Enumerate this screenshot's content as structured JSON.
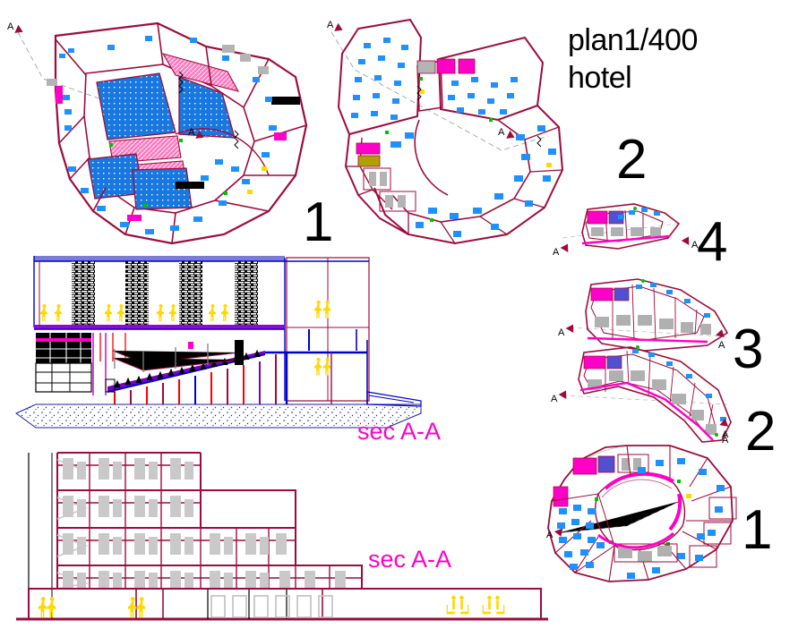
{
  "drawing": {
    "title_line1": "plan1/400",
    "title_line2": "hotel",
    "sheet_type": "architectural-cad-drawing",
    "background": "#ffffff"
  },
  "colors": {
    "wall": "#9e0b3a",
    "wall_dark": "#7a0a2e",
    "furniture_blue": "#1e90ff",
    "pool_blue": "#1878e0",
    "magenta": "#ff00c8",
    "hot_pink": "#ff00a0",
    "gray": "#b4b4b4",
    "dark_gray": "#808080",
    "yellow": "#ffd800",
    "black": "#000000",
    "blue_struct": "#0000cd",
    "purple": "#7a00c8",
    "red": "#ff0000",
    "green": "#00c000",
    "section_arrow": "#9e0b3a"
  },
  "labels": {
    "plan1_number": "1",
    "plan2_number": "2",
    "small_plan4_number": "4",
    "small_plan3_number": "3",
    "small_plan2_number": "2",
    "small_plan1_number": "1",
    "section_label_upper": "sec A-A",
    "section_label_lower": "sec A-A",
    "section_marker": "A"
  },
  "views": [
    {
      "name": "plan-1-upper-left",
      "number": "1",
      "shape": "crescent-arc-floorplan",
      "features": [
        "swimming-pools",
        "terraces",
        "hatched-zones",
        "section-line-A-A"
      ],
      "markers": [
        "A",
        "A"
      ]
    },
    {
      "name": "plan-2-upper-right",
      "number": "2",
      "shape": "c-shaped-floorplan",
      "features": [
        "guest-seating",
        "lobby",
        "rooms",
        "section-line-A-A"
      ],
      "markers": [
        "A",
        "A"
      ]
    },
    {
      "name": "section-A-A-upper",
      "label": "sec A-A",
      "features": [
        "brick-columns",
        "sloped-auditorium-floor",
        "foundation-slab",
        "human-figures"
      ]
    },
    {
      "name": "section-A-A-lower",
      "label": "sec A-A",
      "features": [
        "stepped-multistory-elevation",
        "floor-slabs",
        "door-openings",
        "human-figures"
      ]
    },
    {
      "name": "small-plan-4",
      "number": "4",
      "shape": "arc-room-strip",
      "markers": [
        "A",
        "A"
      ]
    },
    {
      "name": "small-plan-3",
      "number": "3",
      "shape": "arc-room-strip",
      "markers": [
        "A",
        "A"
      ]
    },
    {
      "name": "small-plan-2",
      "number": "2",
      "shape": "arc-room-strip",
      "markers": [
        "A",
        "A"
      ]
    },
    {
      "name": "small-plan-1",
      "number": "1",
      "shape": "horseshoe-floorplan",
      "markers": [
        "A",
        "A"
      ]
    }
  ]
}
